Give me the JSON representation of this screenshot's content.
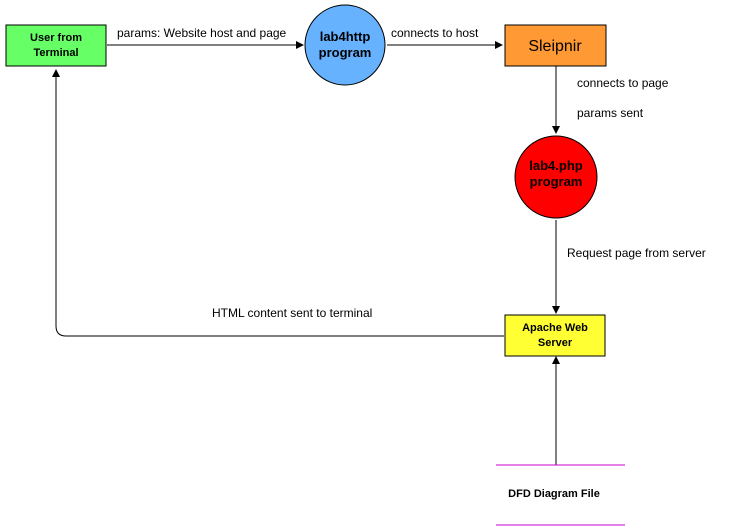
{
  "diagram": {
    "nodes": {
      "user_terminal": {
        "line1": "User from",
        "line2": "Terminal",
        "color": "#66FF66"
      },
      "lab4http": {
        "line1": "lab4http",
        "line2": "program",
        "color": "#66B2FF"
      },
      "sleipnir": {
        "label": "Sleipnir",
        "color": "#FF9933"
      },
      "lab4php": {
        "line1": "lab4.php",
        "line2": "program",
        "color": "#FF0000"
      },
      "apache": {
        "line1": "Apache Web",
        "line2": "Server",
        "color": "#FFFF33"
      },
      "datastore": {
        "label": "DFD Diagram File",
        "line_color": "#CC00CC"
      }
    },
    "edges": {
      "params_website": "params: Website host and page",
      "connects_host": "connects to host",
      "connects_page": "connects to page",
      "params_sent": "params sent",
      "request_page": "Request page from server",
      "html_content": "HTML content sent to terminal"
    }
  }
}
